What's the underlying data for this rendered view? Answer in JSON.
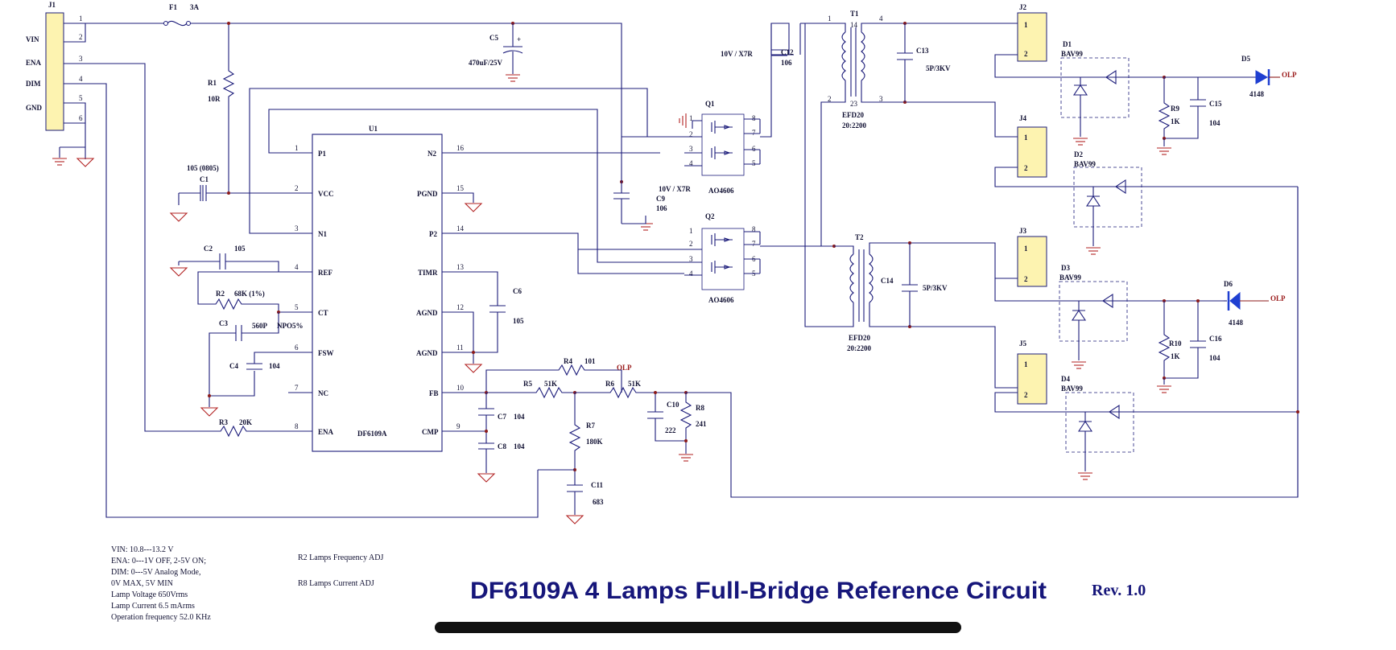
{
  "title": "DF6109A    4 Lamps  Full-Bridge     Reference Circuit",
  "revision": "Rev. 1.0",
  "specs": [
    "VIN: 10.8---13.2 V",
    "ENA: 0---1V OFF, 2-5V ON;",
    "DIM: 0---5V Analog Mode,",
    "0V MAX, 5V MIN",
    "Lamp Voltage  650Vrms",
    "Lamp Current  6.5 mArms",
    "Operation frequency  52.0 KHz"
  ],
  "adj_notes": [
    "R2 Lamps  Frequency ADJ",
    "R8  Lamps  Current ADJ"
  ],
  "connector_j1": {
    "ref": "J1",
    "pin_numbers": [
      "1",
      "2",
      "3",
      "4",
      "5",
      "6"
    ],
    "signals": [
      "VIN",
      "ENA",
      "DIM",
      "GND"
    ]
  },
  "ic": {
    "ref": "U1",
    "name": "DF6109A",
    "left_pins": [
      {
        "num": "1",
        "name": "P1"
      },
      {
        "num": "2",
        "name": "VCC"
      },
      {
        "num": "3",
        "name": "N1"
      },
      {
        "num": "4",
        "name": "REF"
      },
      {
        "num": "5",
        "name": "CT"
      },
      {
        "num": "6",
        "name": "FSW"
      },
      {
        "num": "7",
        "name": "NC"
      },
      {
        "num": "8",
        "name": "ENA"
      }
    ],
    "right_pins": [
      {
        "num": "16",
        "name": "N2"
      },
      {
        "num": "15",
        "name": "PGND"
      },
      {
        "num": "14",
        "name": "P2"
      },
      {
        "num": "13",
        "name": "TIMR"
      },
      {
        "num": "12",
        "name": "AGND"
      },
      {
        "num": "11",
        "name": "AGND"
      },
      {
        "num": "10",
        "name": "FB"
      },
      {
        "num": "9",
        "name": "CMP"
      }
    ]
  },
  "labels": {
    "f1": "F1",
    "f1_val": "3A",
    "r1": "R1",
    "r1_val": "10R",
    "c1": "C1",
    "c1_val": "105 (0805)",
    "c2": "C2",
    "c2_val": "105",
    "r2": "R2",
    "r2_val": "68K  (1%)",
    "c3": "C3",
    "c3_val": "560P",
    "c3_note": "NPO5%",
    "c4": "C4",
    "c4_val": "104",
    "r3": "R3",
    "r3_val": "20K",
    "c5": "C5",
    "c5_val": "470uF/25V",
    "c5_plus": "+",
    "c6": "C6",
    "c6_val": "105",
    "c7": "C7",
    "c7_val": "104",
    "c8": "C8",
    "c8_val": "104",
    "c9": "C9",
    "c9_volt": "10V / X7R",
    "c9_val": "106",
    "c10": "C10",
    "c10_val": "222",
    "c11": "C11",
    "c11_val": "683",
    "c12": "C12",
    "c12_volt": "10V / X7R",
    "c12_val": "106",
    "c13": "C13",
    "c13_val": "5P/3KV",
    "c14": "C14",
    "c14_val": "5P/3KV",
    "c15": "C15",
    "c15_val": "104",
    "c16": "C16",
    "c16_val": "104",
    "r4": "R4",
    "r4_val": "101",
    "r5": "R5",
    "r5_val": "51K",
    "r6": "R6",
    "r6_val": "51K",
    "r7": "R7",
    "r7_val": "180K",
    "r8": "R8",
    "r8_val": "241",
    "r9": "R9",
    "r9_val": "1K",
    "r10": "R10",
    "r10_val": "1K",
    "q1": "Q1",
    "q1_part": "AO4606",
    "q2": "Q2",
    "q2_part": "AO4606",
    "t1": "T1",
    "t1_core": "EFD20",
    "t1_ratio": "20:2200",
    "t2": "T2",
    "t2_core": "EFD20",
    "t2_ratio": "20:2200",
    "t1_pin1": "1",
    "t1_pin2": "2",
    "t1_pin14": "14",
    "t1_pin23": "23",
    "t1_pin4": "4",
    "t1_pin3": "3",
    "j2": "J2",
    "j3": "J3",
    "j4": "J4",
    "j5": "J5",
    "pin1": "1",
    "pin2": "2",
    "d1": "D1",
    "d1_part": "BAV99",
    "d2": "D2",
    "d2_part": "BAV99",
    "d3": "D3",
    "d3_part": "BAV99",
    "d4": "D4",
    "d4_part": "BAV99",
    "d5": "D5",
    "d5_part": "4148",
    "d6": "D6",
    "d6_part": "4148",
    "olp": "OLP",
    "q_pin1": "1",
    "q_pin2": "2",
    "q_pin3": "3",
    "q_pin4": "4",
    "q_pin5": "5",
    "q_pin6": "6",
    "q_pin7": "7",
    "q_pin8": "8"
  },
  "colors": {
    "wire": "#1c1c7a",
    "net": "#8b1a1a",
    "ground": "#b22222",
    "connector": "#fdf3b0",
    "diode_fill": "#1f3fd1",
    "title": "#16167a"
  }
}
